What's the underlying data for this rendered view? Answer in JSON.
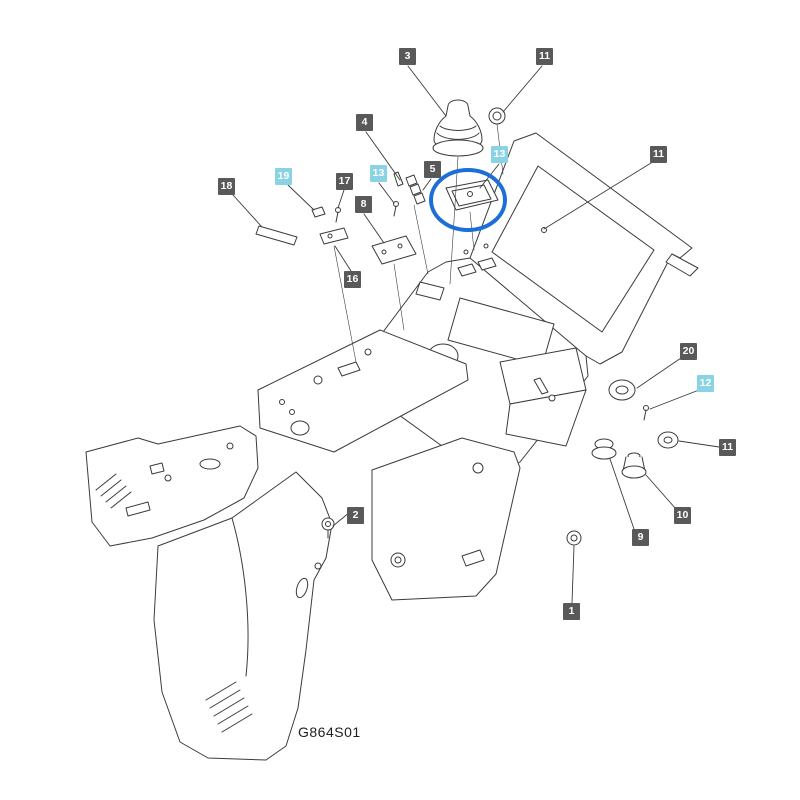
{
  "diagram": {
    "code": "G864S01",
    "colors": {
      "badge_dark": "#595959",
      "badge_cyan": "#8ad3e4",
      "highlight_circle": "#1c6fd6",
      "line_art": "#3b3b3b",
      "background": "#ffffff"
    },
    "labels": [
      {
        "text": "3",
        "style": "dark"
      },
      {
        "text": "11",
        "style": "dark"
      },
      {
        "text": "4",
        "style": "dark"
      },
      {
        "text": "13",
        "style": "cyan"
      },
      {
        "text": "11",
        "style": "dark"
      },
      {
        "text": "5",
        "style": "dark"
      },
      {
        "text": "19",
        "style": "cyan"
      },
      {
        "text": "13",
        "style": "cyan"
      },
      {
        "text": "17",
        "style": "dark"
      },
      {
        "text": "18",
        "style": "dark"
      },
      {
        "text": "8",
        "style": "dark"
      },
      {
        "text": "16",
        "style": "dark"
      },
      {
        "text": "20",
        "style": "dark"
      },
      {
        "text": "12",
        "style": "cyan"
      },
      {
        "text": "11",
        "style": "dark"
      },
      {
        "text": "10",
        "style": "dark"
      },
      {
        "text": "9",
        "style": "dark"
      },
      {
        "text": "2",
        "style": "dark"
      },
      {
        "text": "1",
        "style": "dark"
      }
    ]
  }
}
